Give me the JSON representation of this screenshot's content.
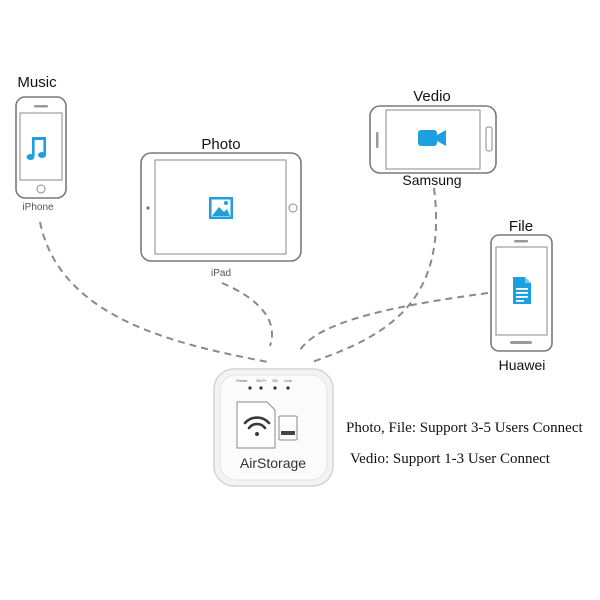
{
  "devices": {
    "iphone": {
      "title": "Music",
      "model": "iPhone",
      "icon": "music-note-icon"
    },
    "ipad": {
      "title": "Photo",
      "model": "iPad",
      "icon": "image-icon"
    },
    "samsung": {
      "title": "Vedio",
      "model": "Samsung",
      "icon": "video-camera-icon"
    },
    "huawei": {
      "title": "File",
      "model": "Huawei",
      "icon": "document-icon"
    }
  },
  "hub": {
    "label": "AirStorage",
    "indicators": [
      "Power",
      "Wi-Fi",
      "SD",
      "Link"
    ],
    "icon": "wifi-icon"
  },
  "notes": {
    "line1": "Photo, File: Support 3-5 Users Connect",
    "line2": "Vedio: Support 1-3 User Connect"
  },
  "colors": {
    "accent": "#1e9fe0",
    "device_outline": "#7a7a7a",
    "link_line": "#8a8a8a"
  }
}
